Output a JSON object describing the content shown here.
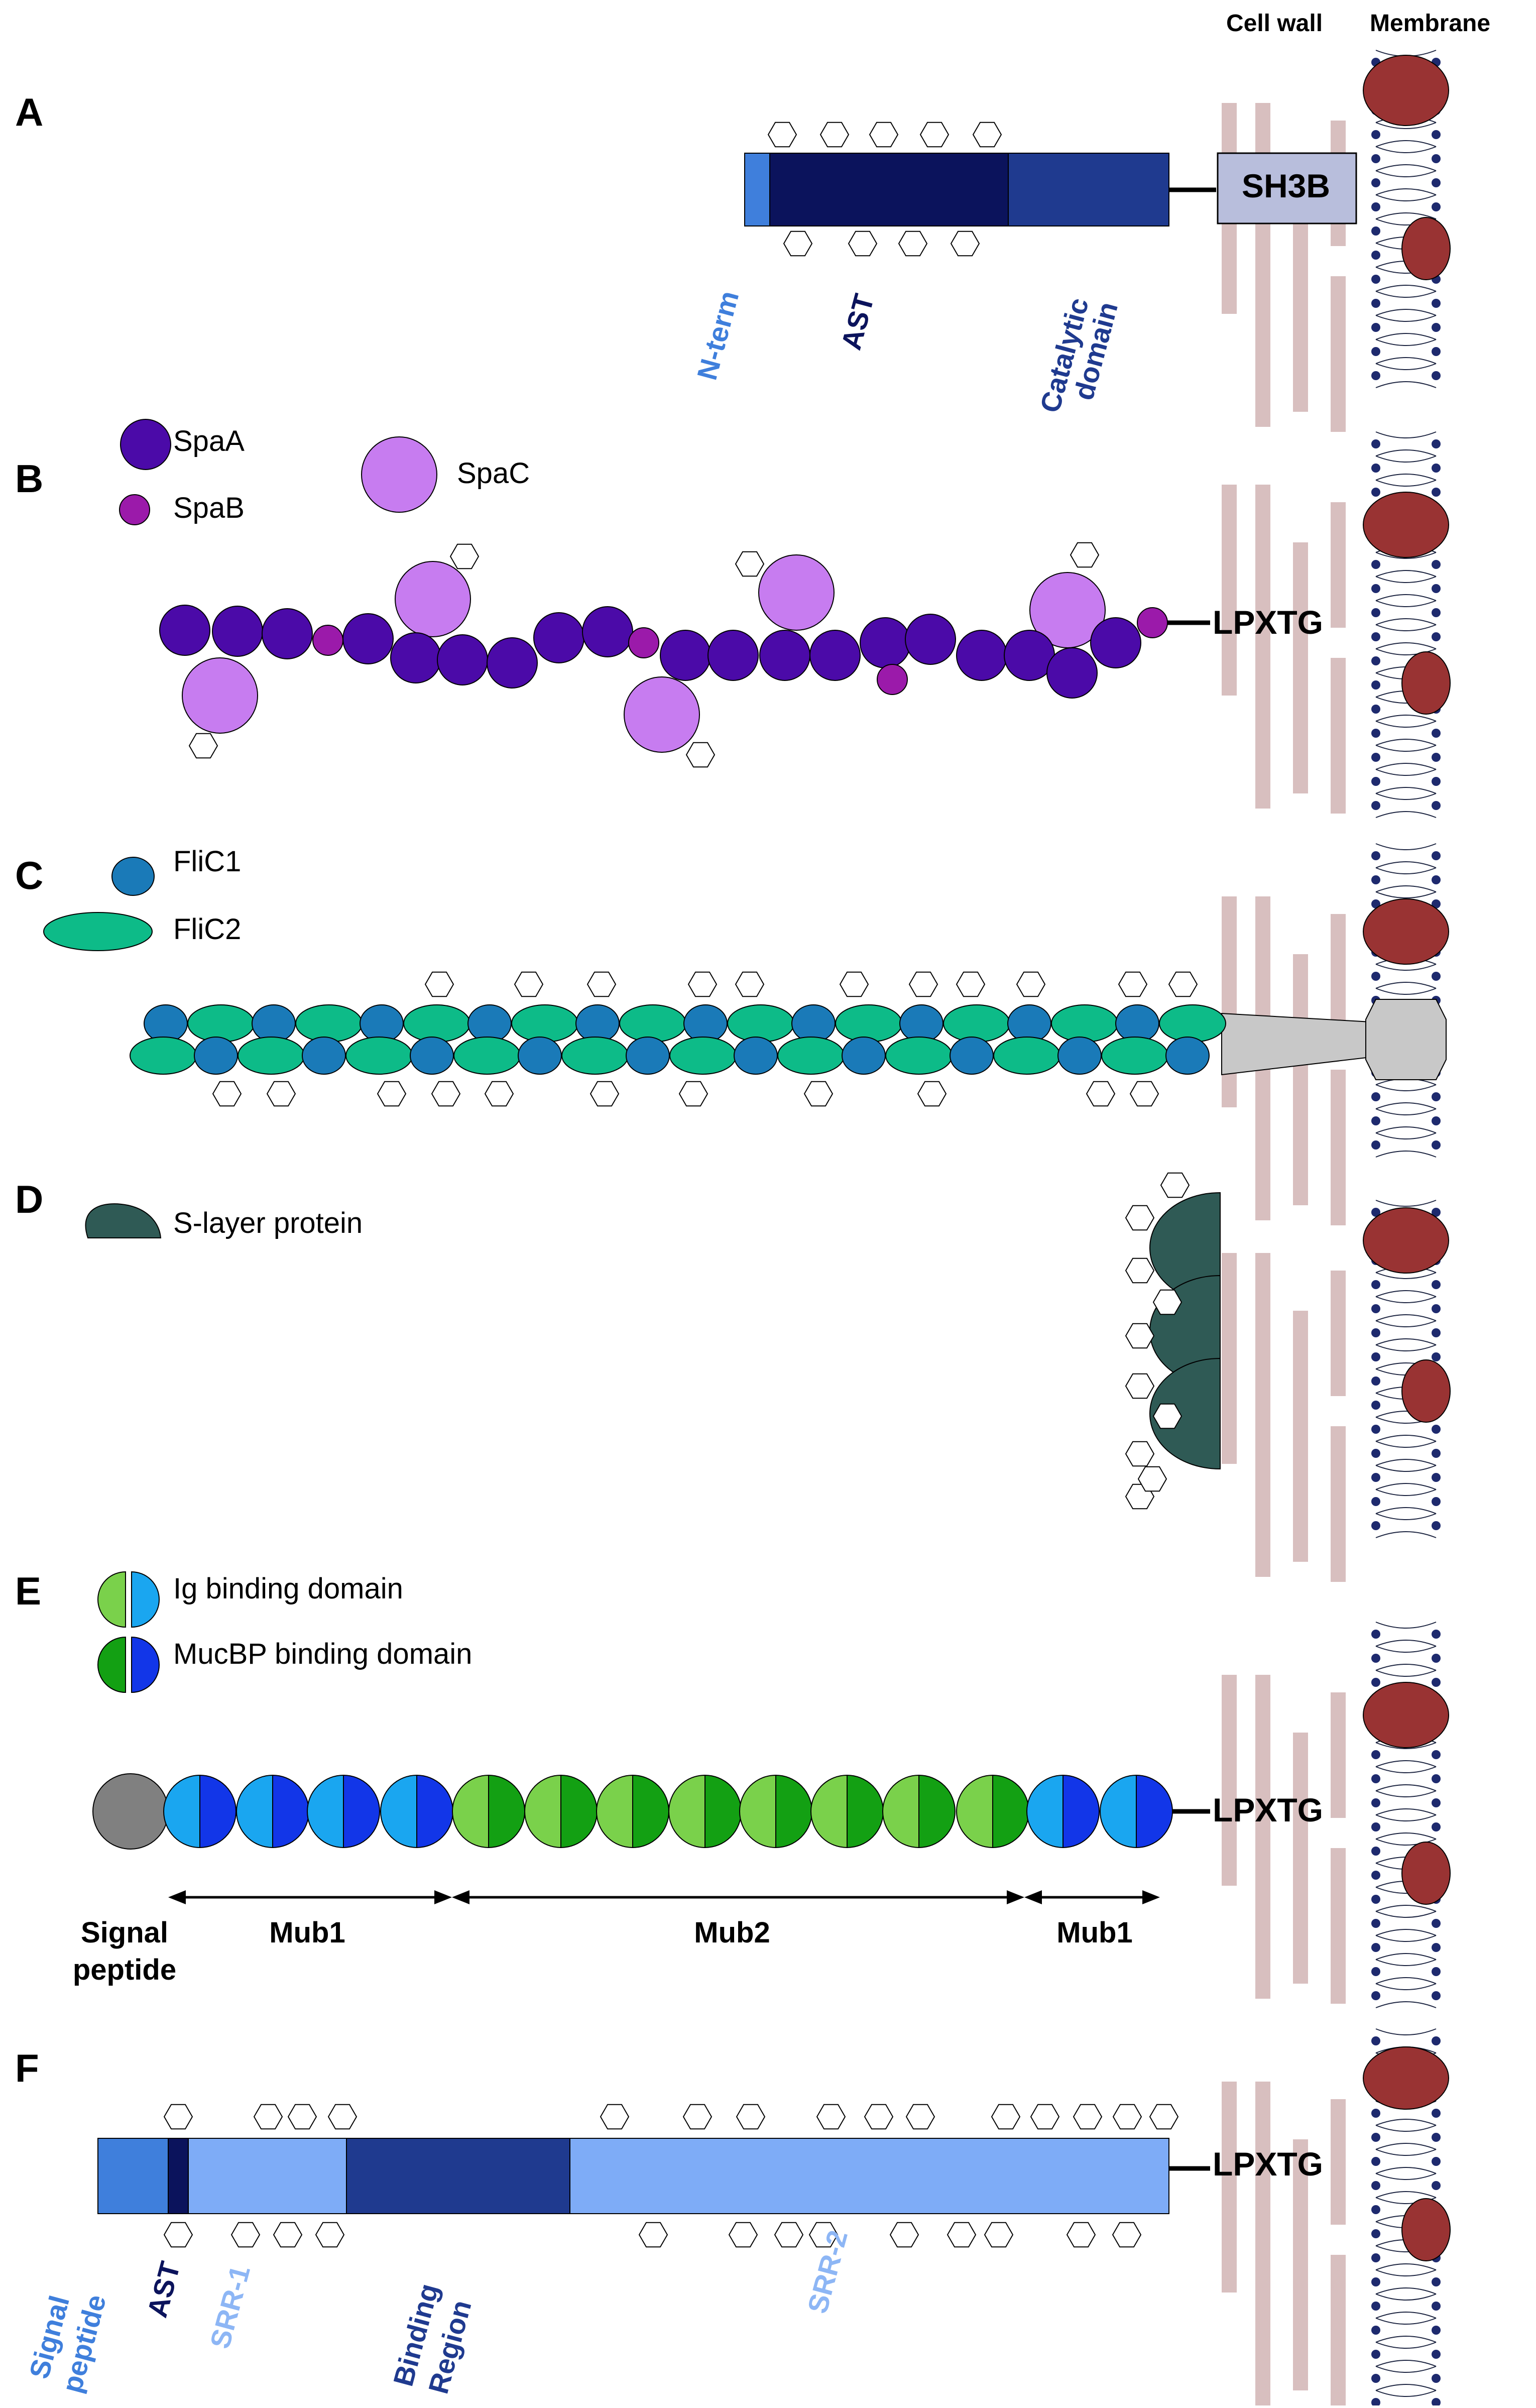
{
  "header": {
    "cell_wall": "Cell wall",
    "membrane": "Membrane"
  },
  "panels": {
    "A": {
      "letter": "A",
      "anchor_label": "SH3B",
      "domain_labels": {
        "nterm": "N-term",
        "ast": "AST",
        "catalytic_line1": "Catalytic",
        "catalytic_line2": "domain"
      }
    },
    "B": {
      "letter": "B",
      "legend": {
        "spaA": "SpaA",
        "spaB": "SpaB",
        "spaC": "SpaC"
      },
      "anchor_label": "LPXTG"
    },
    "C": {
      "letter": "C",
      "legend": {
        "flic1": "FliC1",
        "flic2": "FliC2"
      }
    },
    "D": {
      "letter": "D",
      "legend": {
        "slayer": "S-layer protein"
      }
    },
    "E": {
      "letter": "E",
      "legend": {
        "ig": "Ig binding domain",
        "mucbp": "MucBP binding domain"
      },
      "anchor_label": "LPXTG",
      "region_labels": {
        "signal_line1": "Signal",
        "signal_line2": "peptide",
        "mub1_left": "Mub1",
        "mub2": "Mub2",
        "mub1_right": "Mub1"
      }
    },
    "F": {
      "letter": "F",
      "anchor_label": "LPXTG",
      "domain_labels": {
        "signal_line1": "Signal",
        "signal_line2": "peptide",
        "ast": "AST",
        "srr1": "SRR-1",
        "binding_line1": "Binding",
        "binding_line2": "Region",
        "srr2": "SRR-2"
      }
    }
  },
  "colors": {
    "wall": "#d8bfbf",
    "membrane_protein": "#993333",
    "lipid_head": "#1e2a6e",
    "spaA": "#4b0aa8",
    "spaB": "#9b1aaa",
    "spaC": "#c77cf0",
    "flic1": "#1a7ab8",
    "flic2": "#0dbb88",
    "slayer": "#2f5a55",
    "ig_light": "#7ad14b",
    "ig_blue": "#1aa6f0",
    "mucbp_green": "#13a013",
    "mucbp_blue": "#1236e8",
    "signal_grey": "#808080",
    "nterm_blue": "#3f7fdc",
    "ast_navy": "#0b135c",
    "catalytic_blue": "#1f3a8f",
    "srr_light": "#7eacf7",
    "sh3b_fill": "#b8bedc"
  }
}
